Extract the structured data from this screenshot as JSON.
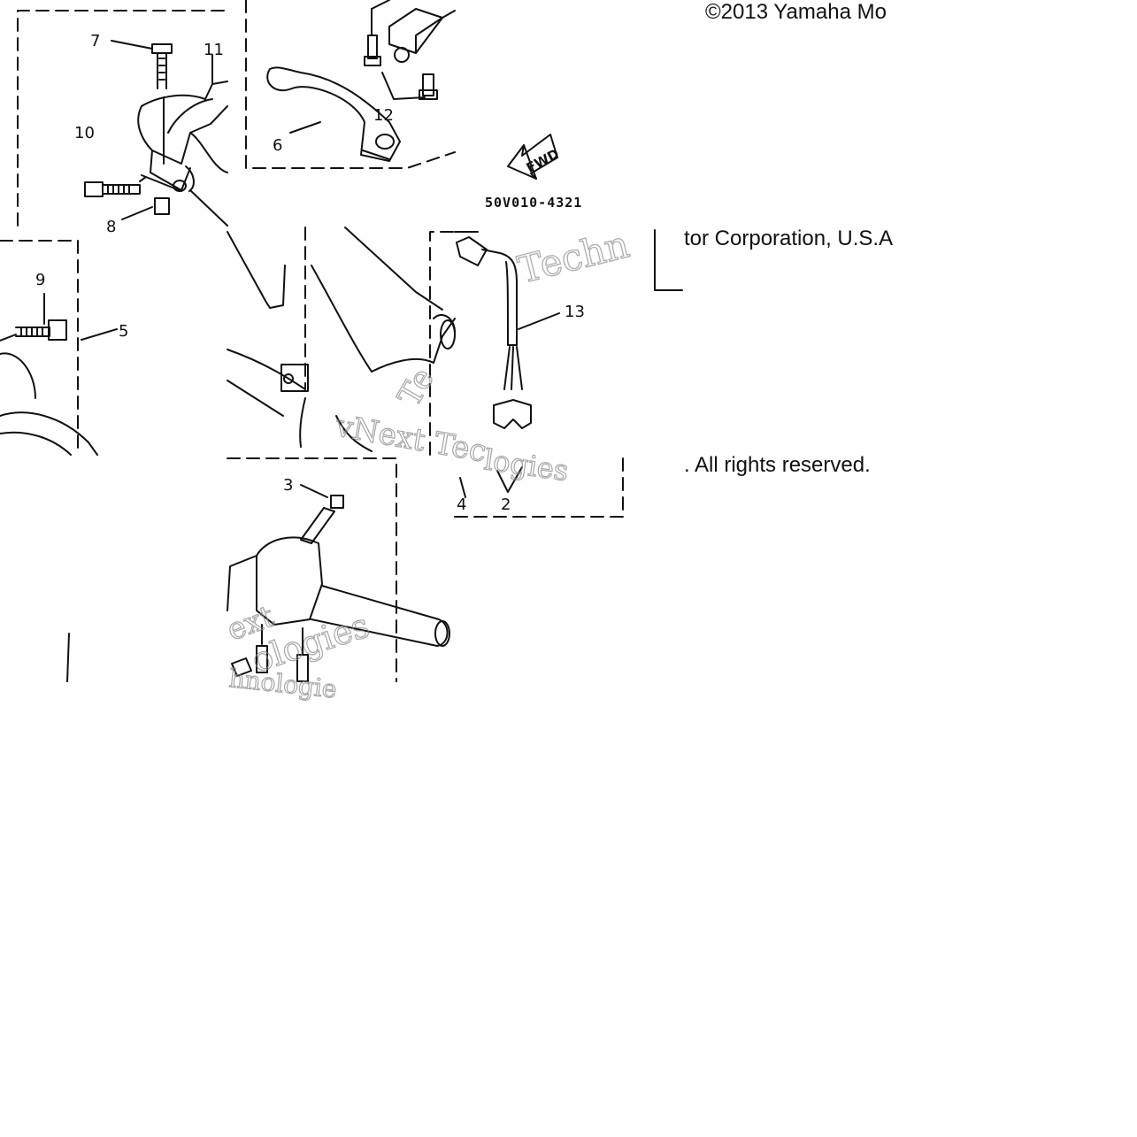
{
  "diagram": {
    "part_numbers": [
      "2",
      "3",
      "4",
      "5",
      "6",
      "7",
      "8",
      "9",
      "10",
      "11",
      "12",
      "13"
    ],
    "drawing_code": "50V010-4321",
    "direction_marker": "FWD",
    "watermark_fragments": [
      "Techn",
      "vNext Tec",
      "logies",
      "ext",
      "ologies",
      "hnologie",
      "Te"
    ],
    "copyright_fragments": [
      "©2013 Yamaha Mo",
      "tor Corporation, U.S.A",
      ". All rights reserved."
    ]
  }
}
